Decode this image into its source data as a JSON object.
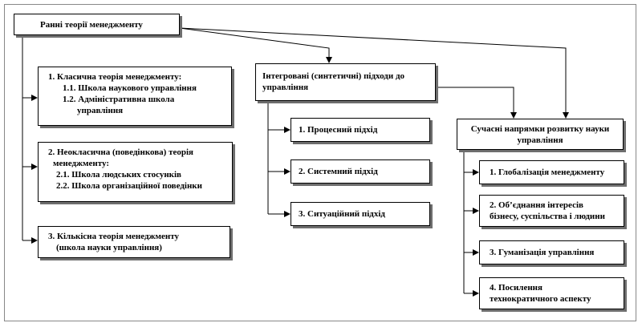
{
  "root": {
    "title": "Ранні теорії менеджменту"
  },
  "early_theories": [
    {
      "lines": [
        "1.    Класична теорія менеджменту:",
        "1.1. Школа наукового управління",
        "1.2. Адміністративна школа",
        "управління"
      ]
    },
    {
      "lines": [
        "2. Неокласична (поведінкова) теорія",
        "менеджменту:",
        "2.1. Школа людських стосунків",
        "2.2. Школа організаційної поведінки"
      ]
    },
    {
      "lines": [
        "3. Кількісна теорія менеджменту",
        "(школа науки управління)"
      ]
    }
  ],
  "integrated": {
    "title_lines": [
      "Інтегровані (синтетичні) підходи до",
      "управління"
    ],
    "items": [
      "1. Процесний підхід",
      "2. Системний підхід",
      "3. Ситуаційний підхід"
    ]
  },
  "modern": {
    "title_lines": [
      "Сучасні напрямки розвитку науки",
      "управління"
    ],
    "items": [
      {
        "lines": [
          "1. Глобалізація  менеджменту"
        ]
      },
      {
        "lines": [
          "2. Об’єднання інтересів",
          "бізнесу, суспільства і людини"
        ]
      },
      {
        "lines": [
          "3. Гуманізація  управління"
        ]
      },
      {
        "lines": [
          "4. Посилення",
          "технократичного аспекту"
        ]
      }
    ]
  }
}
